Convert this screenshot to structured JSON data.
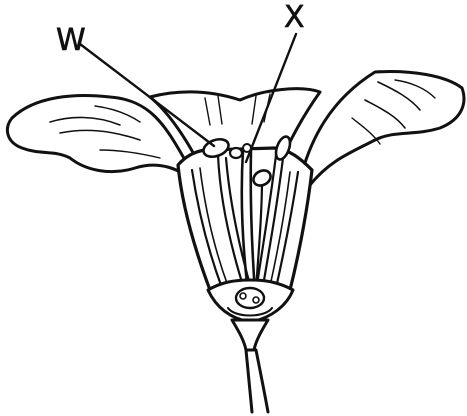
{
  "diagram": {
    "subject": "flower-longitudinal-section",
    "labels": {
      "w": "W",
      "x": "X"
    },
    "colors": {
      "ink": "#111111",
      "background": "#ffffff"
    }
  }
}
